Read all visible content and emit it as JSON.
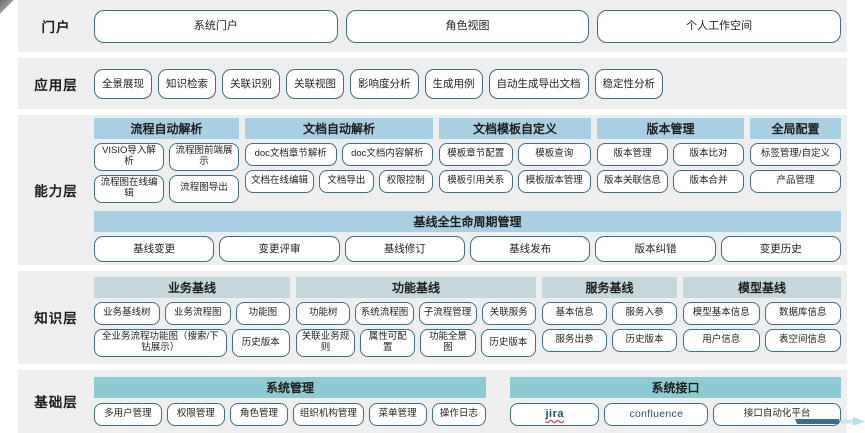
{
  "layers": [
    {
      "id": "portal",
      "label": "门户",
      "items": [
        "系统门户",
        "角色视图",
        "个人工作空间"
      ]
    },
    {
      "id": "application",
      "label": "应用层",
      "items": [
        "全景展现",
        "知识检索",
        "关联识别",
        "关联视图",
        "影响度分析",
        "生成用例",
        "自动生成导出文档",
        "稳定性分析"
      ]
    },
    {
      "id": "ability",
      "label": "能力层",
      "groups": [
        {
          "title": "流程自动解析",
          "rows": [
            [
              "VISIO导入解析",
              "流程图前端展示"
            ],
            [
              "流程图在线编辑",
              "流程图导出"
            ]
          ]
        },
        {
          "title": "文档自动解析",
          "rows": [
            [
              "doc文档章节解析",
              "doc文档内容解析"
            ],
            [
              "文档在线编辑",
              "文档导出",
              "权限控制"
            ]
          ]
        },
        {
          "title": "文档模板自定义",
          "rows": [
            [
              "模板章节配置",
              "模板查询"
            ],
            [
              "模板引用关系",
              "模板版本管理"
            ]
          ]
        },
        {
          "title": "版本管理",
          "rows": [
            [
              "版本管理",
              "版本比对"
            ],
            [
              "版本关联信息",
              "版本合并"
            ]
          ]
        },
        {
          "title": "全局配置",
          "rows": [
            [
              "标签管理/自定义"
            ],
            [
              "产品管理"
            ]
          ]
        }
      ],
      "lifecycle": {
        "title": "基线全生命周期管理",
        "items": [
          "基线变更",
          "变更评审",
          "基线修订",
          "基线发布",
          "版本纠错",
          "变更历史"
        ]
      }
    },
    {
      "id": "knowledge",
      "label": "知识层",
      "groups": [
        {
          "title": "业务基线",
          "rows": [
            [
              "业务基线树",
              "业务流程图",
              "功能图"
            ],
            [
              "全业务流程功能图（搜索/下钻展示）",
              "历史版本"
            ]
          ]
        },
        {
          "title": "功能基线",
          "rows": [
            [
              "功能树",
              "系统流程图",
              "子流程管理",
              "关联服务"
            ],
            [
              "关联业务规则",
              "属性可配置",
              "功能全景图",
              "历史版本"
            ]
          ]
        },
        {
          "title": "服务基线",
          "rows": [
            [
              "基本信息",
              "服务入参"
            ],
            [
              "服务出参",
              "历史版本"
            ]
          ]
        },
        {
          "title": "模型基线",
          "rows": [
            [
              "模型基本信息",
              "数据库信息"
            ],
            [
              "用户信息",
              "表空间信息"
            ]
          ]
        }
      ]
    },
    {
      "id": "base",
      "label": "基础层",
      "groups": [
        {
          "title": "系统管理",
          "items": [
            "多用户管理",
            "权限管理",
            "角色管理",
            "组织机构管理",
            "菜单管理",
            "操作日志"
          ]
        },
        {
          "title": "系统接口",
          "items": [
            "jira",
            "confluence",
            "接口自动化平台"
          ]
        }
      ]
    }
  ],
  "colors": {
    "band_bg": "#eeeeee",
    "pill_border": "#3d6e85",
    "header_blue": "#a9cfe2",
    "header_grayblue": "#c5d7db",
    "header_teal": "#8ecad1",
    "jira_red": "#e03a3a"
  }
}
